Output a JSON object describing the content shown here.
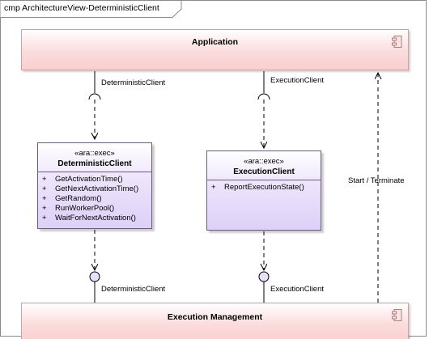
{
  "diagram": {
    "title": "cmp ArchitectureView-DeterministicClient"
  },
  "components": {
    "application": {
      "name": "Application",
      "icon": "component-icon"
    },
    "execution_management": {
      "name": "Execution Management",
      "icon": "component-icon"
    }
  },
  "interfaces": {
    "deterministic_client": {
      "stereotype": "«ara::exec»",
      "name": "DeterministicClient",
      "operations": [
        {
          "visibility": "+",
          "name": "GetActivationTime()"
        },
        {
          "visibility": "+",
          "name": "GetNextActivationTime()"
        },
        {
          "visibility": "+",
          "name": "GetRandom()"
        },
        {
          "visibility": "+",
          "name": "RunWorkerPool()"
        },
        {
          "visibility": "+",
          "name": "WaitForNextActivation()"
        }
      ]
    },
    "execution_client": {
      "stereotype": "«ara::exec»",
      "name": "ExecutionClient",
      "operations": [
        {
          "visibility": "+",
          "name": "ReportExecutionState()"
        }
      ]
    }
  },
  "connector_labels": {
    "required_deterministic_client": "DeterministicClient",
    "required_execution_client": "ExecutionClient",
    "provided_deterministic_client": "DeterministicClient",
    "provided_execution_client": "ExecutionClient",
    "start_terminate": "Start / Terminate"
  },
  "colors": {
    "component_fill": "#fbdcdc",
    "component_border": "#d2a0a0",
    "interface_fill": "#e4d9fa",
    "interface_border": "#6e5a8a",
    "lollipop_fill": "#e8e0f8",
    "frame_border": "#8a8a8a"
  }
}
